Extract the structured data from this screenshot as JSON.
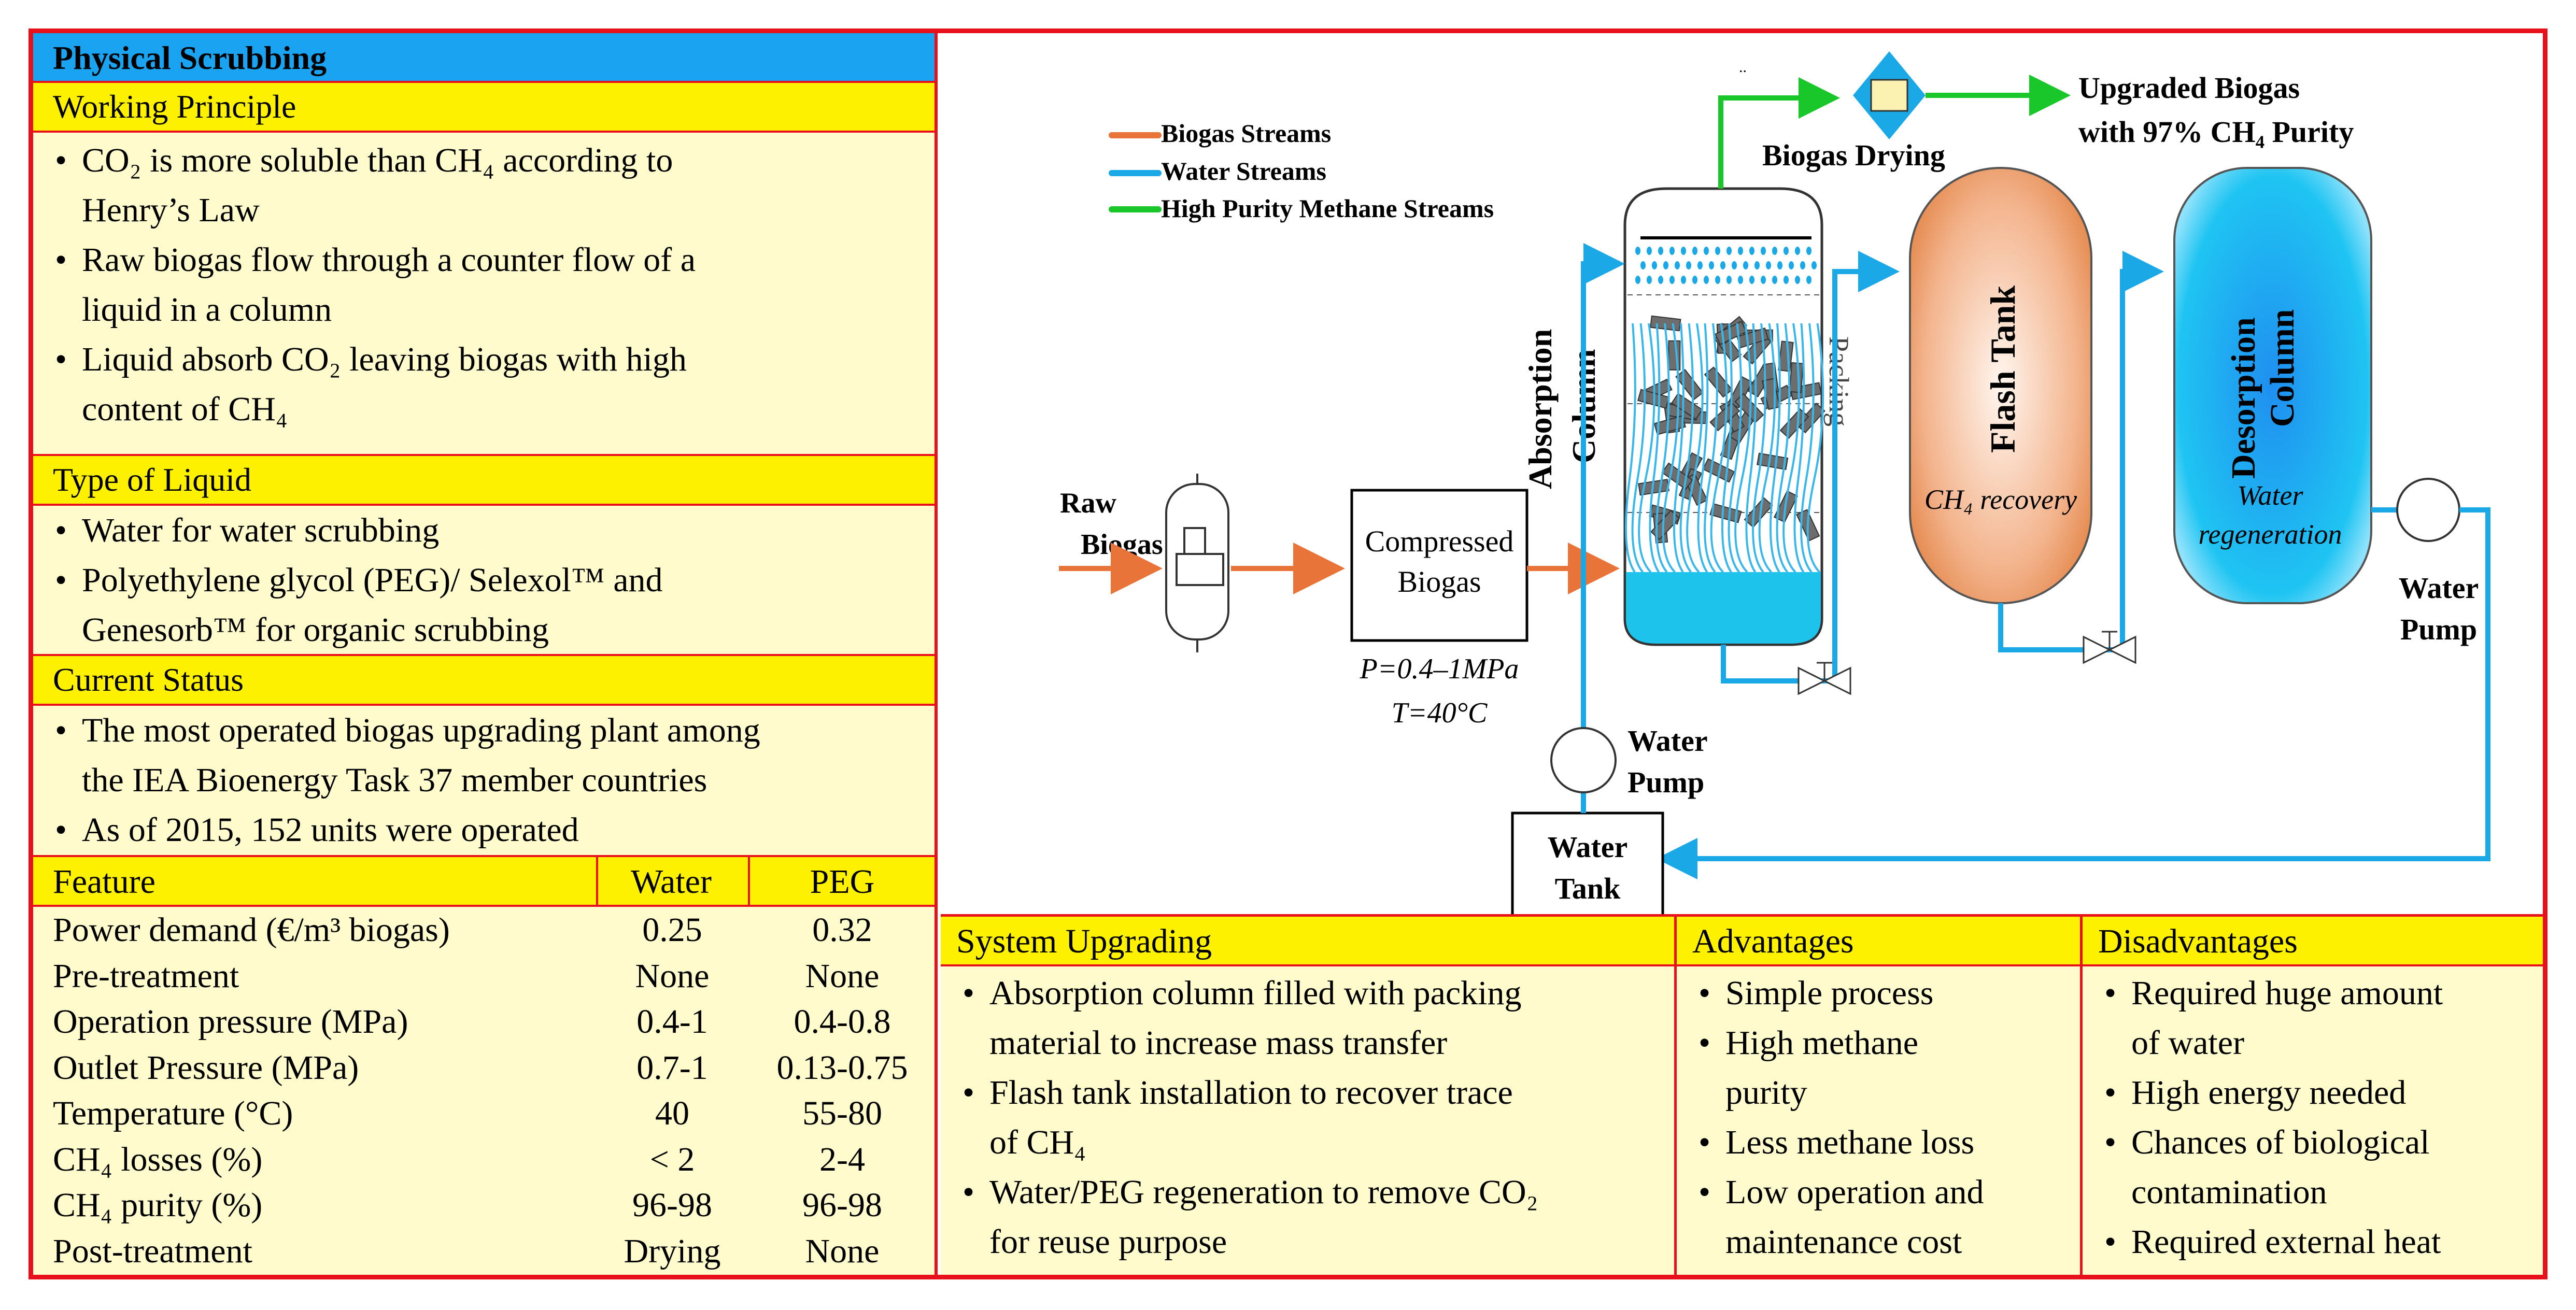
{
  "left_panel": {
    "title": "Physical Scrubbing",
    "working_principle": {
      "header": "Working Principle",
      "bullets": [
        "CO₂ is more soluble than CH₄ according to",
        "Henry’s Law",
        "Raw biogas flow through a counter flow of a",
        "liquid in a column",
        "Liquid absorb CO₂ leaving biogas with high",
        "content of CH₄"
      ]
    },
    "type_of_liquid": {
      "header": "Type of Liquid",
      "bullets": [
        "Water for water scrubbing",
        "Polyethylene glycol (PEG)/ Selexol™ and",
        "Genesorb™ for organic scrubbing"
      ]
    },
    "current_status": {
      "header": "Current Status",
      "bullets": [
        "The most operated biogas upgrading plant among",
        "the IEA Bioenergy Task 37 member countries",
        "As of 2015, 152 units were operated"
      ]
    },
    "feature_table": {
      "headers": [
        "Feature",
        "Water",
        "PEG"
      ],
      "rows": [
        [
          "Power demand (€/m³ biogas)",
          "0.25",
          "0.32"
        ],
        [
          "Pre-treatment",
          "None",
          "None"
        ],
        [
          "Operation pressure (MPa)",
          "0.4-1",
          "0.4-0.8"
        ],
        [
          "Outlet Pressure (MPa)",
          "0.7-1",
          "0.13-0.75"
        ],
        [
          "Temperature (°C)",
          "40",
          "55-80"
        ],
        [
          "CH₄ losses (%)",
          "< 2",
          "2-4"
        ],
        [
          "CH₄ purity (%)",
          "96-98",
          "96-98"
        ],
        [
          "Post-treatment",
          "Drying",
          "None"
        ]
      ]
    }
  },
  "diagram": {
    "legend": [
      "Biogas Streams",
      "Water Streams",
      "High Purity Methane Streams"
    ],
    "raw_biogas": [
      "Raw",
      "Biogas"
    ],
    "compressed_biogas": [
      "Compressed",
      "Biogas"
    ],
    "pressure": "P=0.4–1MPa",
    "temperature": "T=40°C",
    "absorption_column": [
      "Absorption",
      "Column"
    ],
    "packing": "Packing",
    "flash_tank": "Flash Tank",
    "ch4_recovery": "CH₄ recovery",
    "desorption_column": [
      "Desorption",
      "Column"
    ],
    "water_regeneration": [
      "Water",
      "regeneration"
    ],
    "biogas_drying": "Biogas Drying",
    "upgraded_biogas": [
      "Upgraded Biogas",
      "with 97% CH₄ Purity"
    ],
    "water_pump_left": [
      "Water",
      "Pump"
    ],
    "water_pump_right": [
      "Water",
      "Pump"
    ],
    "water_tank": [
      "Water",
      "Tank"
    ],
    "dots": ".."
  },
  "bottom": {
    "system_upgrading": {
      "header": "System Upgrading",
      "bullets": [
        "Absorption column filled with packing",
        "material to increase mass transfer",
        "Flash tank installation to recover trace",
        "of CH₄",
        "Water/PEG regeneration to remove CO₂",
        "for reuse purpose"
      ]
    },
    "advantages": {
      "header": "Advantages",
      "bullets": [
        "Simple process",
        "High methane",
        "purity",
        "Less methane loss",
        "Low operation and",
        "maintenance cost"
      ]
    },
    "disadvantages": {
      "header": "Disadvantages",
      "bullets": [
        "Required huge amount",
        "of water",
        "High energy needed",
        "Chances of biological",
        "contamination",
        "Required external heat"
      ]
    }
  },
  "colors": {
    "border_red": "#e8111b",
    "header_yellow": "#fef100",
    "cream": "#fffbcc",
    "title_blue": "#1aa3f0",
    "biogas_orange": "#e9743a",
    "water_blue": "#1aa9e6",
    "methane_green": "#19c72a"
  }
}
